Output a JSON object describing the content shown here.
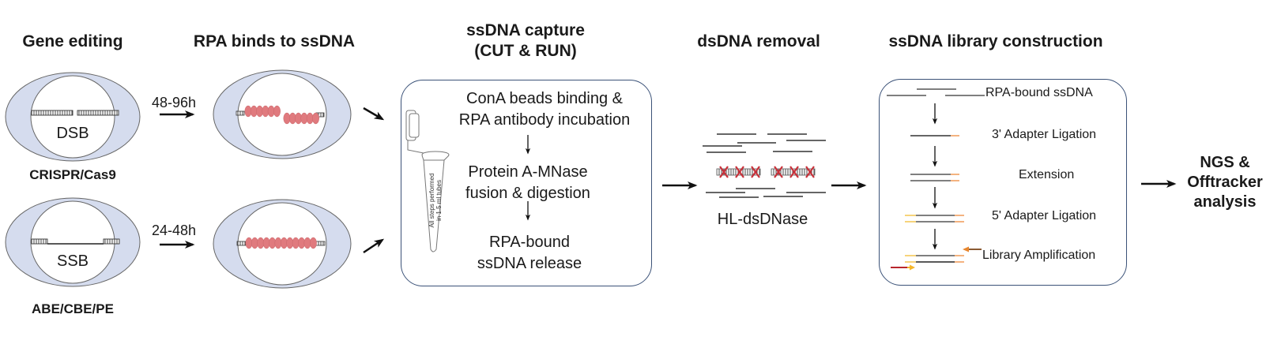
{
  "headers": {
    "gene_editing": "Gene editing",
    "rpa_binds": "RPA binds to ssDNA",
    "ssdna_capture_line1": "ssDNA capture",
    "ssdna_capture_line2": "(CUT & RUN)",
    "dsdna_removal": "dsDNA removal",
    "library_construction": "ssDNA library construction"
  },
  "gene_editing": {
    "dsb": {
      "break_label": "DSB",
      "editor_label": "CRISPR/Cas9",
      "time": "48-96h"
    },
    "ssb": {
      "break_label": "SSB",
      "editor_label": "ABE/CBE/PE",
      "time": "24-48h"
    }
  },
  "capture": {
    "step1_line1": "ConA beads binding &",
    "step1_line2": "RPA antibody incubation",
    "step2_line1": "Protein A-MNase",
    "step2_line2": "fusion & digestion",
    "step3_line1": "RPA-bound",
    "step3_line2": "ssDNA release",
    "tube_line1": "All steps performed",
    "tube_line2": "in 1.5 ml tubes"
  },
  "removal": {
    "enzyme_label": "HL-dsDNase"
  },
  "library": {
    "steps": [
      "RPA-bound ssDNA",
      "3' Adapter Ligation",
      "Extension",
      "5' Adapter Ligation",
      "Library Amplification"
    ]
  },
  "final": {
    "line1": "NGS &",
    "line2": "Offtracker",
    "line3": "analysis"
  },
  "colors": {
    "nucleus_fill": "#d5dcee",
    "outline": "#555555",
    "rpa": "#e07a7e",
    "panel_border": "#3b5278",
    "cross": "#c8313a",
    "adapter3": "#f2a061",
    "adapter5": "#f5c95a",
    "primer_red": "#b8262c",
    "primer_brown": "#8a5a32",
    "primer_orange": "#e8862e",
    "primer_yellow": "#f5b62a"
  }
}
